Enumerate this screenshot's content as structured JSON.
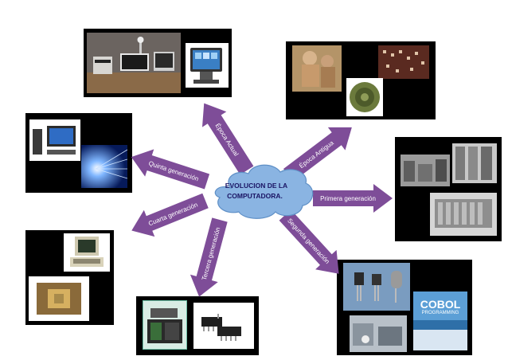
{
  "center": {
    "title_line1": "EVOLUCION DE LA",
    "title_line2": "COMPUTADORA."
  },
  "arrows": {
    "epoca_actual": "Época Actual",
    "epoca_antigua": "Época Antigua",
    "primera": "Primera generación",
    "segunda": "Segunda generación",
    "tercera": "Tercera generación",
    "cuarta": "Cuarta generación",
    "quinta": "Quinta generación"
  },
  "panels": {
    "segunda_cobol_line1": "COBOL",
    "segunda_cobol_line2": "PROGRAMMING"
  },
  "colors": {
    "arrow": "#7e4d98",
    "cloud": "#8ab4e2",
    "title": "#1a1464",
    "panel": "#000000"
  }
}
